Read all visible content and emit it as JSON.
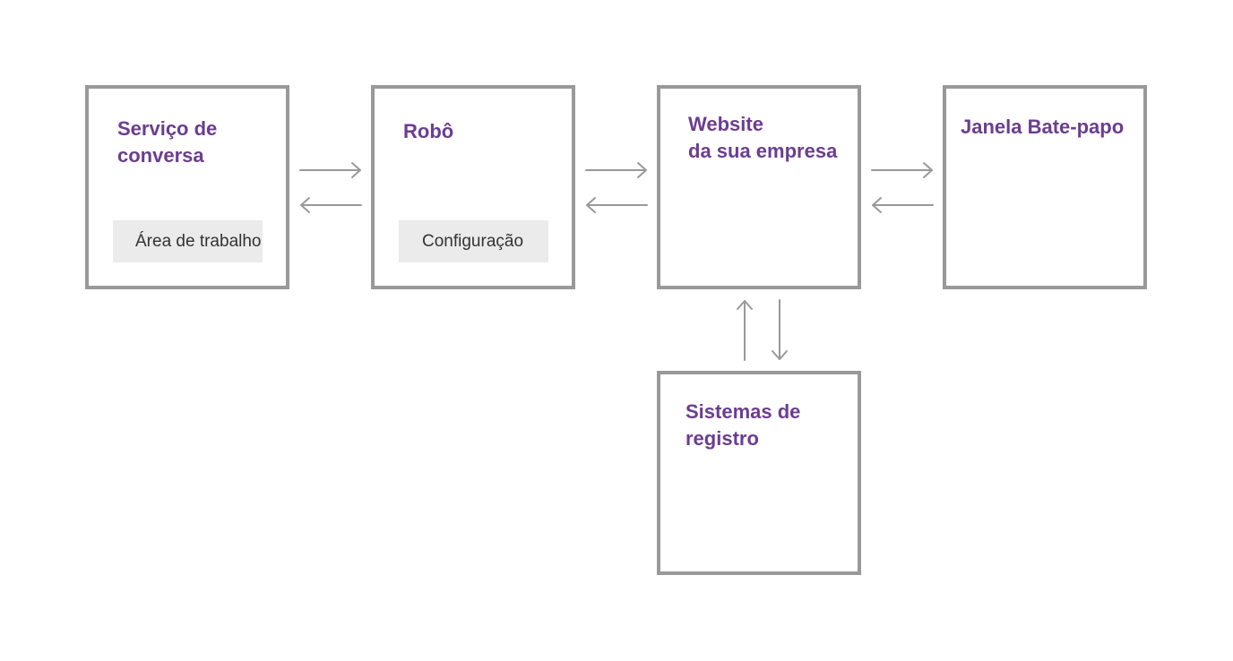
{
  "colors": {
    "title": "#6b3d8f",
    "border": "#999999",
    "chip_bg": "#ebebeb",
    "chip_text": "#333333",
    "arrow": "#999999"
  },
  "nodes": {
    "chat_service": {
      "title_line1": "Serviço de",
      "title_line2": "conversa",
      "chip": "Área de trabalho"
    },
    "bot": {
      "title": "Robô",
      "chip": "Configuração"
    },
    "website": {
      "title_line1": "Website",
      "title_line2": "da sua empresa"
    },
    "chat_window": {
      "title": "Janela Bate-papo"
    },
    "records": {
      "title_line1": "Sistemas de",
      "title_line2": "registro"
    }
  },
  "edges": [
    {
      "from": "chat_service",
      "to": "bot"
    },
    {
      "from": "bot",
      "to": "chat_service"
    },
    {
      "from": "bot",
      "to": "website"
    },
    {
      "from": "website",
      "to": "bot"
    },
    {
      "from": "website",
      "to": "chat_window"
    },
    {
      "from": "chat_window",
      "to": "website"
    },
    {
      "from": "records",
      "to": "website"
    },
    {
      "from": "website",
      "to": "records"
    }
  ]
}
